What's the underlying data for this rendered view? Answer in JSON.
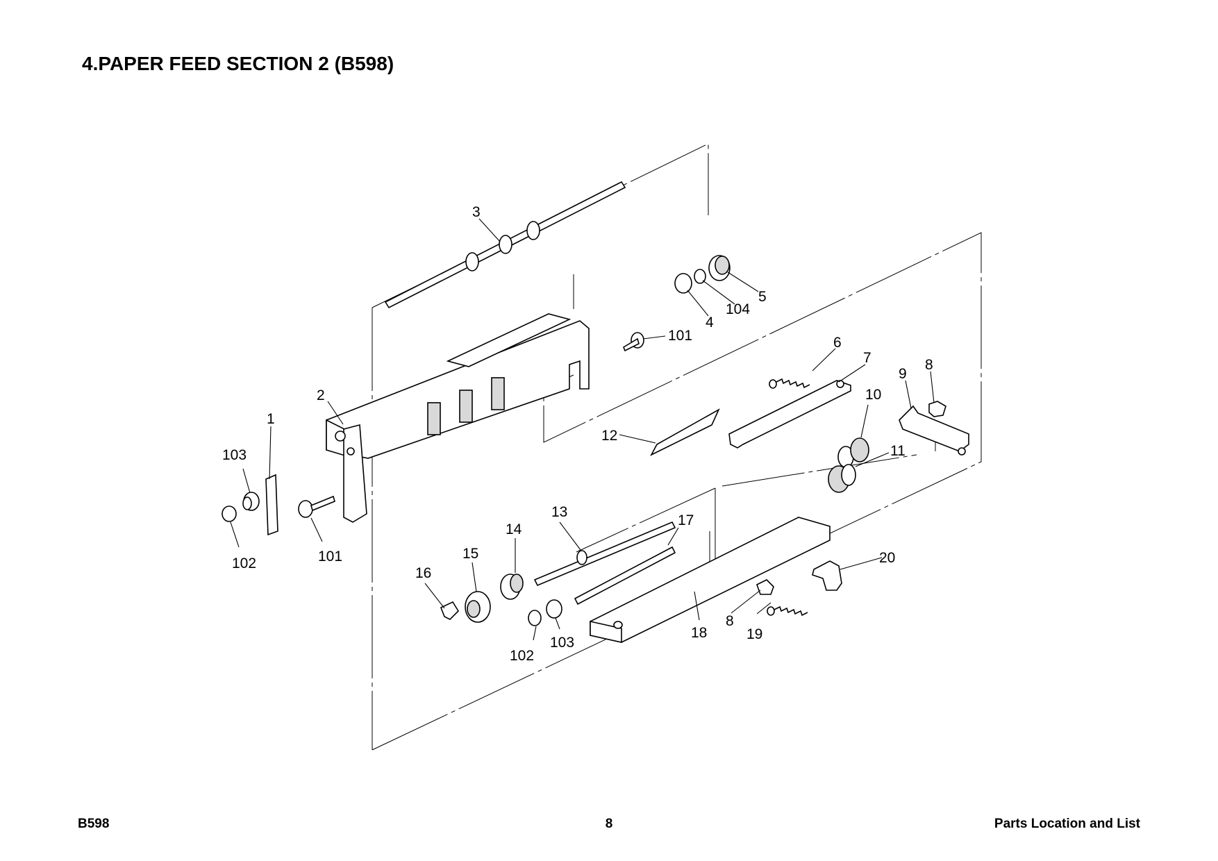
{
  "header": {
    "title": "4.PAPER FEED SECTION 2 (B598)"
  },
  "footer": {
    "left": "B598",
    "page_number": "8",
    "right": "Parts Location and List"
  },
  "diagram": {
    "callouts": [
      {
        "id": "c1",
        "label": "1"
      },
      {
        "id": "c2",
        "label": "2"
      },
      {
        "id": "c3",
        "label": "3"
      },
      {
        "id": "c4",
        "label": "4"
      },
      {
        "id": "c5",
        "label": "5"
      },
      {
        "id": "c6",
        "label": "6"
      },
      {
        "id": "c7",
        "label": "7"
      },
      {
        "id": "c8a",
        "label": "8"
      },
      {
        "id": "c9",
        "label": "9"
      },
      {
        "id": "c10",
        "label": "10"
      },
      {
        "id": "c11",
        "label": "11"
      },
      {
        "id": "c12",
        "label": "12"
      },
      {
        "id": "c13",
        "label": "13"
      },
      {
        "id": "c14",
        "label": "14"
      },
      {
        "id": "c15",
        "label": "15"
      },
      {
        "id": "c16",
        "label": "16"
      },
      {
        "id": "c17",
        "label": "17"
      },
      {
        "id": "c18",
        "label": "18"
      },
      {
        "id": "c19",
        "label": "19"
      },
      {
        "id": "c20",
        "label": "20"
      },
      {
        "id": "c8b",
        "label": "8"
      },
      {
        "id": "c101a",
        "label": "101"
      },
      {
        "id": "c101b",
        "label": "101"
      },
      {
        "id": "c102a",
        "label": "102"
      },
      {
        "id": "c102b",
        "label": "102"
      },
      {
        "id": "c103a",
        "label": "103"
      },
      {
        "id": "c103b",
        "label": "103"
      },
      {
        "id": "c104",
        "label": "104"
      }
    ]
  }
}
